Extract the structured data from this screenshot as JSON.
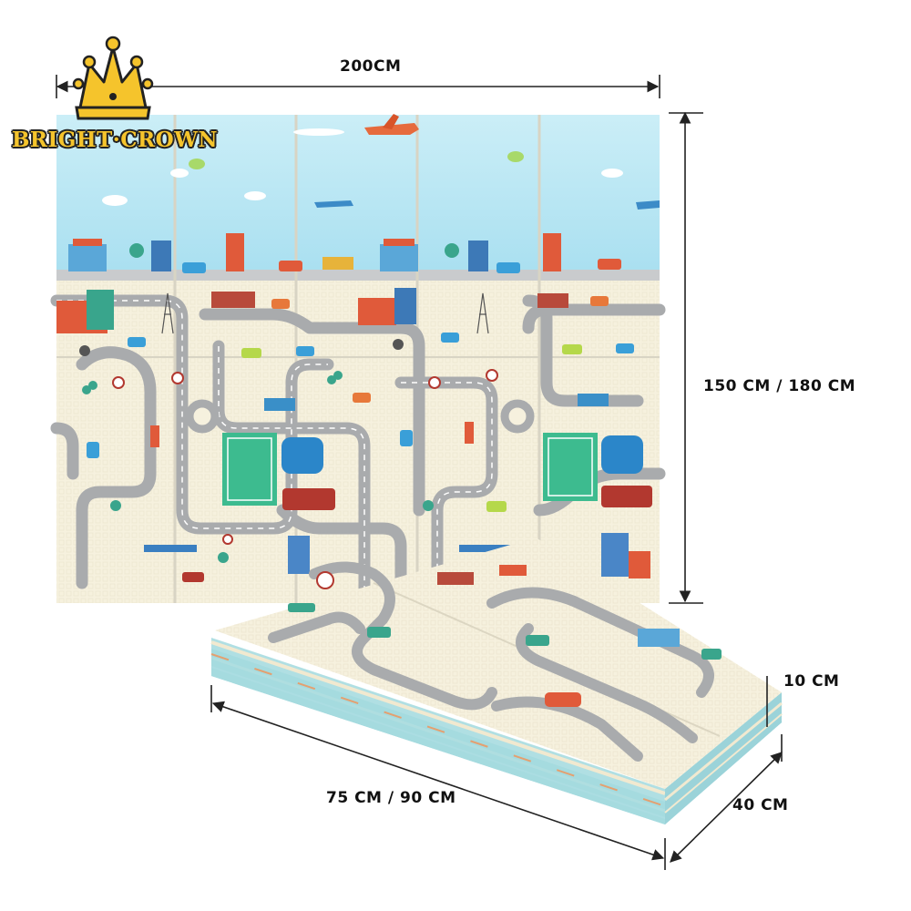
{
  "brand": {
    "name": "BRIGHT·CROWN",
    "logo_icon": "crown-icon",
    "gold": "#f5c42c"
  },
  "dimensions": {
    "width": "200CM",
    "height": "150 CM / 180 CM",
    "folded_length": "75 CM / 90 CM",
    "folded_width": "40 CM",
    "thickness": "10 CM"
  },
  "palette": {
    "sky": "#bfe6f2",
    "road": "#a9abad",
    "mat_base": "#f6f1de",
    "edge_blue": "#8fcfd6"
  }
}
